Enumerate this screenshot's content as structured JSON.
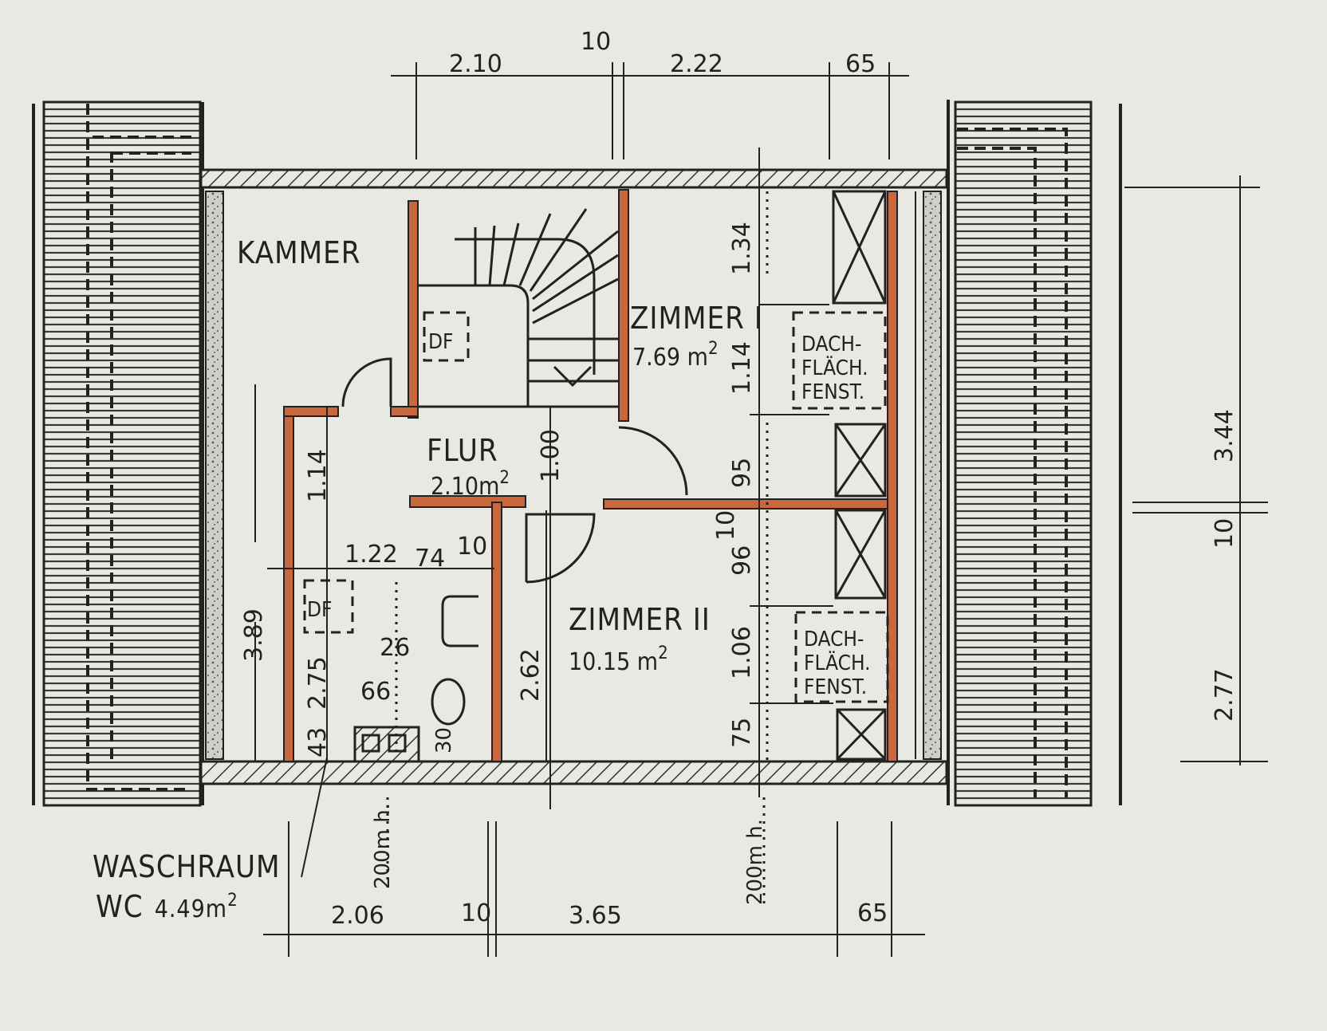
{
  "drawing": {
    "type": "attic floor plan (Dachgeschoss)",
    "colors": {
      "paper": "#e9e8e2",
      "ink": "#222222",
      "partition_walls": "#c9683c",
      "insulation": "#bdbcb5"
    }
  },
  "rooms": {
    "kammer": {
      "name": "KAMMER"
    },
    "flur": {
      "name": "FLUR",
      "area": "2.10m",
      "area_sup": "2"
    },
    "zimmer1": {
      "name": "ZIMMER I",
      "area": "7.69 m",
      "area_sup": "2"
    },
    "zimmer2": {
      "name": "ZIMMER II",
      "area": "10.15 m",
      "area_sup": "2"
    },
    "waschraum": {
      "name": "WASCHRAUM",
      "name2": "WC",
      "area": "4.49m",
      "area_sup": "2"
    }
  },
  "symbols": {
    "dachflaechenfenster_1": [
      "DACH-",
      "FLÄCH.",
      "FENST."
    ],
    "dachflaechenfenster_2": [
      "DACH-",
      "FLÄCH.",
      "FENST."
    ],
    "df_stair": "DF",
    "df_wc": "DF"
  },
  "dimensions": {
    "top": [
      "2.10",
      "10",
      "2.22",
      "65"
    ],
    "bottom": [
      "2.06",
      "10",
      "3.65",
      "65"
    ],
    "right": [
      "3.44",
      "10",
      "2.77"
    ],
    "zimmer_column": [
      "1.34",
      "1.14",
      "95",
      "10",
      "96",
      "1.06",
      "75"
    ],
    "flur_door": "1.00",
    "wc_left": [
      "1.14",
      "2.75",
      "43"
    ],
    "wc_width": [
      "1.22",
      "74",
      "10"
    ],
    "wc_fixtures": [
      "26",
      "66",
      "30"
    ],
    "kammer_height": "3.89",
    "zimmer2_height": "2.62",
    "headroom": [
      "200m h.",
      "200m h."
    ]
  }
}
